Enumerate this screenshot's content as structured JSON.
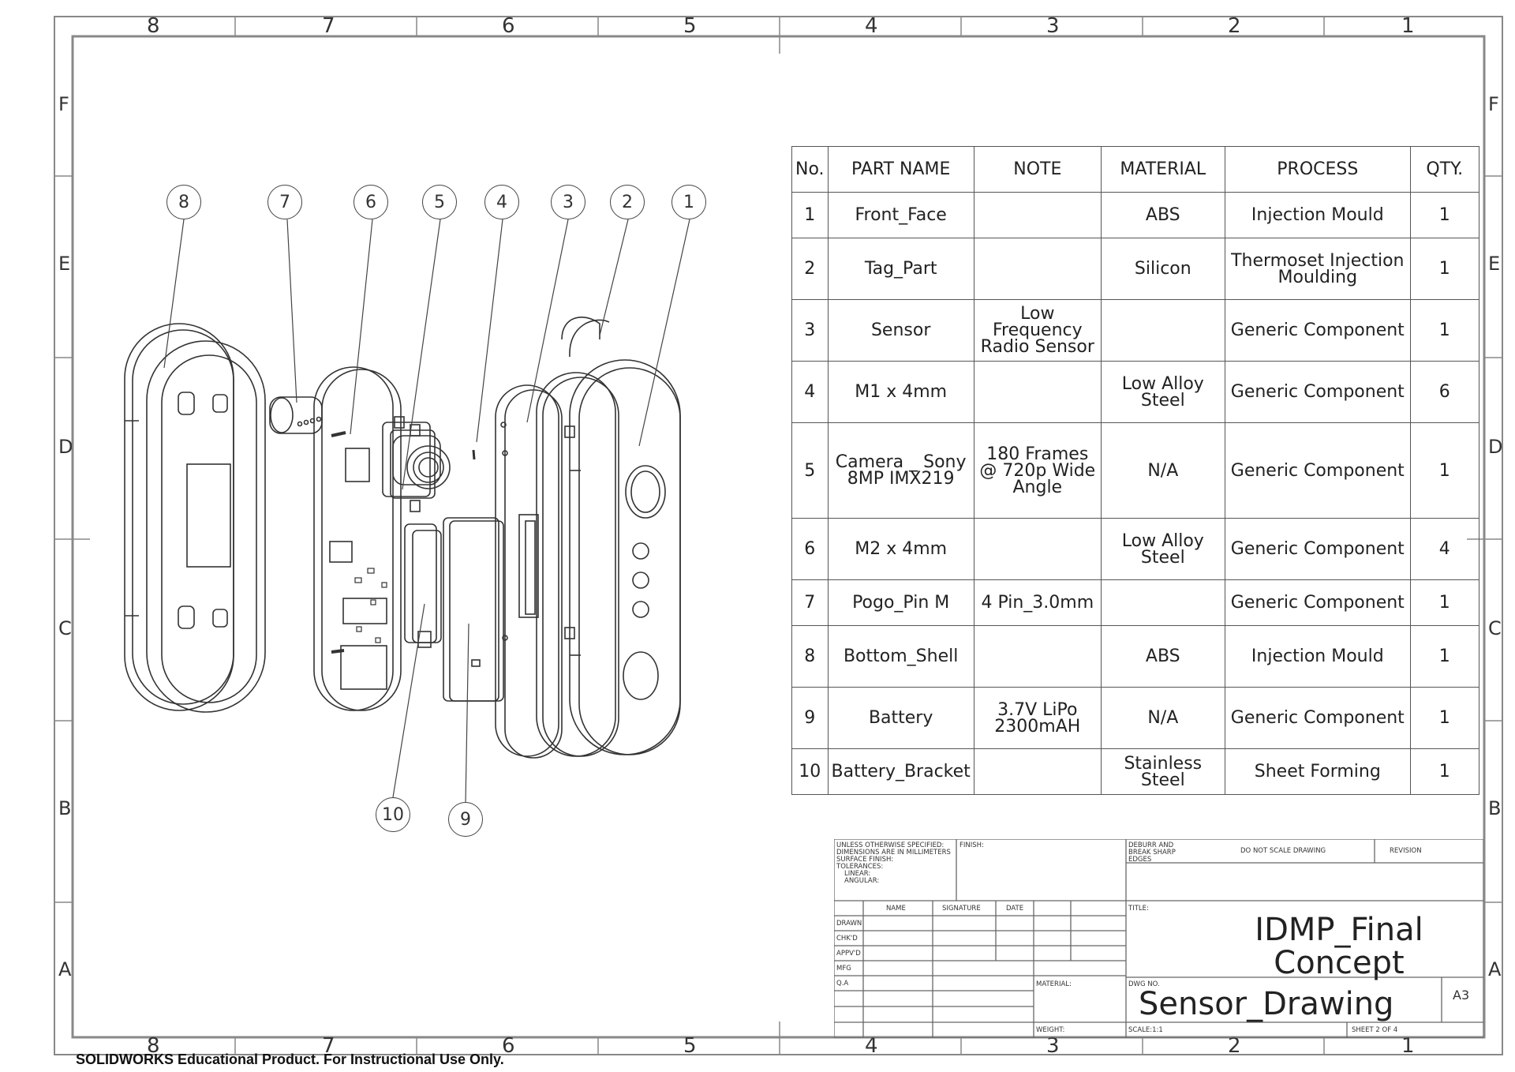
{
  "zones": {
    "columns": [
      "8",
      "7",
      "6",
      "5",
      "4",
      "3",
      "2",
      "1"
    ],
    "rows": [
      "F",
      "E",
      "D",
      "C",
      "B",
      "A"
    ]
  },
  "balloons": [
    "8",
    "7",
    "6",
    "5",
    "4",
    "3",
    "2",
    "1",
    "10",
    "9"
  ],
  "bom": {
    "headers": [
      "No.",
      "PART NAME",
      "NOTE",
      "MATERIAL",
      "PROCESS",
      "QTY."
    ],
    "rows": [
      {
        "no": "1",
        "name": "Front_Face",
        "note": "",
        "material": "ABS",
        "process": "Injection Mould",
        "qty": "1"
      },
      {
        "no": "2",
        "name": "Tag_Part",
        "note": "",
        "material": "Silicon",
        "process": "Thermoset Injection Moulding",
        "qty": "1"
      },
      {
        "no": "3",
        "name": "Sensor",
        "note": "Low Frequency Radio Sensor",
        "material": "",
        "process": "Generic Component",
        "qty": "1"
      },
      {
        "no": "4",
        "name": "M1 x 4mm",
        "note": "",
        "material": "Low Alloy Steel",
        "process": "Generic Component",
        "qty": "6"
      },
      {
        "no": "5",
        "name": "Camera _ Sony 8MP IMX219",
        "note": "180 Frames @ 720p Wide Angle",
        "material": "N/A",
        "process": "Generic Component",
        "qty": "1"
      },
      {
        "no": "6",
        "name": "M2 x 4mm",
        "note": "",
        "material": "Low Alloy Steel",
        "process": "Generic Component",
        "qty": "4"
      },
      {
        "no": "7",
        "name": "Pogo_Pin M",
        "note": "4 Pin_3.0mm",
        "material": "",
        "process": "Generic Component",
        "qty": "1"
      },
      {
        "no": "8",
        "name": "Bottom_Shell",
        "note": "",
        "material": "ABS",
        "process": "Injection Mould",
        "qty": "1"
      },
      {
        "no": "9",
        "name": "Battery",
        "note": "3.7V LiPo 2300mAH",
        "material": "N/A",
        "process": "Generic Component",
        "qty": "1"
      },
      {
        "no": "10",
        "name": "Battery_Bracket",
        "note": "",
        "material": "Stainless Steel",
        "process": "Sheet Forming",
        "qty": "1"
      }
    ]
  },
  "title_block": {
    "unless_specified": "UNLESS OTHERWISE SPECIFIED:",
    "dimensions": "DIMENSIONS ARE IN MILLIMETERS",
    "surface_finish": "SURFACE FINISH:",
    "tolerances": "TOLERANCES:",
    "linear": "LINEAR:",
    "angular": "ANGULAR:",
    "finish": "FINISH:",
    "deburr_1": "DEBURR AND",
    "deburr_2": "BREAK SHARP",
    "deburr_3": "EDGES",
    "do_not_scale": "DO NOT SCALE DRAWING",
    "revision": "REVISION",
    "col_name": "NAME",
    "col_signature": "SIGNATURE",
    "col_date": "DATE",
    "row_drawn": "DRAWN",
    "row_chkd": "CHK'D",
    "row_appvd": "APPV'D",
    "row_mfg": "MFG",
    "row_qa": "Q.A",
    "material": "MATERIAL:",
    "weight": "WEIGHT:",
    "title_label": "TITLE:",
    "title_line1": "IDMP_Final",
    "title_line2": "Concept",
    "dwg_no_label": "DWG NO.",
    "dwg_no": "Sensor_Drawing",
    "size": "A3",
    "scale": "SCALE:1:1",
    "sheet": "SHEET 2 OF 4"
  },
  "watermark": "SOLIDWORKS Educational Product. For Instructional Use Only."
}
